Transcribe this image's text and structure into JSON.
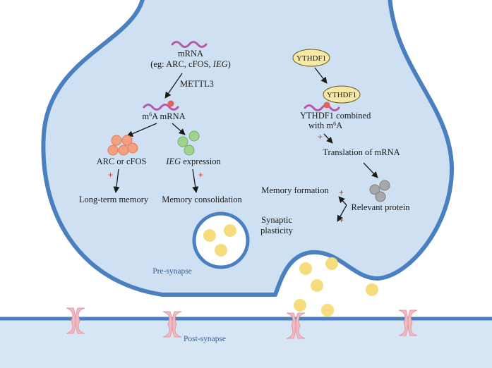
{
  "left_pathway": {
    "mrna_title": "mRNA",
    "mrna_examples_prefix": "(eg: ARC, cFOS, ",
    "mrna_examples_ieg": "IEG",
    "mrna_examples_suffix": ")",
    "enzyme": "METTL3",
    "m6a_m": "m",
    "m6a_sup": "6",
    "m6a_rest": "A mRNA",
    "branch_left_label": "ARC or cFOS",
    "branch_right_ieg": "IEG",
    "branch_right_rest": " expression",
    "plus": "+",
    "outcome_left": "Long-term memory",
    "outcome_right": "Memory consolidation"
  },
  "right_pathway": {
    "reader_top": "YTHDF1",
    "reader_bound": "YTHDF1",
    "combined_line1": "YTHDF1 combined",
    "combined_line2_prefix": "with m",
    "combined_line2_sup": "6",
    "combined_line2_suffix": "A",
    "plus": "+",
    "translation": "Translation of mRNA",
    "protein": "Relevant protein",
    "memory_formation": "Memory formation",
    "synaptic_line1": "Synaptic",
    "synaptic_line2": "plasticity"
  },
  "regions": {
    "pre": "Pre-synapse",
    "post": "Post-synapse"
  },
  "colors": {
    "membrane": "#4a7fc0",
    "cytoplasm": "#cfe0f3",
    "post_fill": "#d6e6f5",
    "mrna": "#b659a8",
    "m6a_dot": "#e8605a",
    "orange_ball": "#f2a07f",
    "green_ball": "#9fd48e",
    "grey_ball": "#a8a8a8",
    "vesicle": "#f5dc7d",
    "ythdf1_fill": "#f6e9a8",
    "channel": "#f1b9c0",
    "plus": "#d23a2a"
  }
}
